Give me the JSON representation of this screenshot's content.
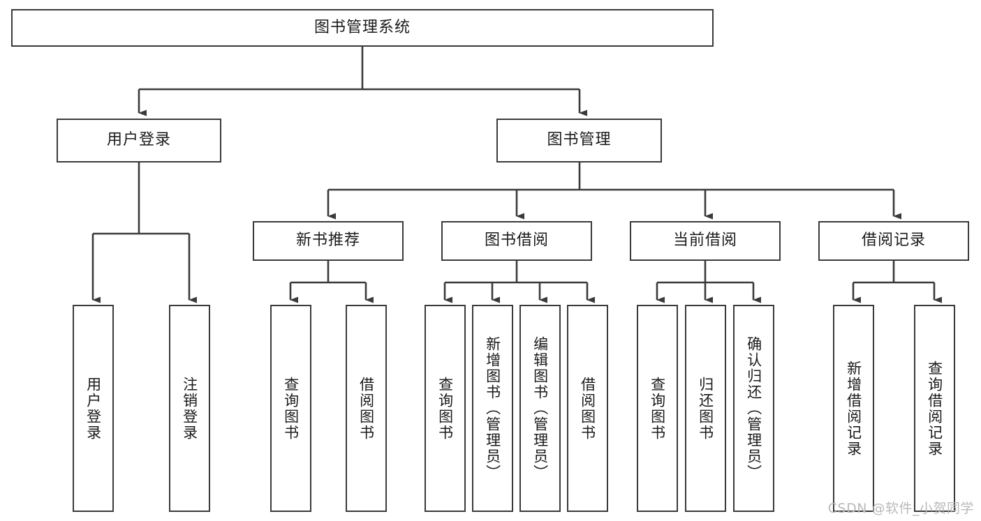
{
  "diagram": {
    "title": "图书管理系统",
    "type": "tree-hierarchy",
    "watermark": "CSDN @软件_小贺同学",
    "accent_color": "#3a3a3a",
    "background_color": "#ffffff",
    "nodes": {
      "root": {
        "label": "图书管理系统",
        "orientation": "horizontal"
      },
      "level2": [
        {
          "label": "用户登录",
          "orientation": "horizontal"
        },
        {
          "label": "图书管理",
          "orientation": "horizontal"
        }
      ],
      "level3": [
        {
          "label": "新书推荐",
          "orientation": "horizontal"
        },
        {
          "label": "图书借阅",
          "orientation": "horizontal"
        },
        {
          "label": "当前借阅",
          "orientation": "horizontal"
        },
        {
          "label": "借阅记录",
          "orientation": "horizontal"
        }
      ],
      "leaves_user_login": [
        {
          "label": "用户登录",
          "orientation": "vertical"
        },
        {
          "label": "注销登录",
          "orientation": "vertical"
        }
      ],
      "leaves_new_book": [
        {
          "label": "查询图书",
          "orientation": "vertical"
        },
        {
          "label": "借阅图书",
          "orientation": "vertical"
        }
      ],
      "leaves_borrow": [
        {
          "label": "查询图书",
          "orientation": "vertical"
        },
        {
          "label": "新增图书（管理员）",
          "orientation": "vertical"
        },
        {
          "label": "编辑图书（管理员）",
          "orientation": "vertical"
        },
        {
          "label": "借阅图书",
          "orientation": "vertical"
        }
      ],
      "leaves_current": [
        {
          "label": "查询图书",
          "orientation": "vertical"
        },
        {
          "label": "归还图书",
          "orientation": "vertical"
        },
        {
          "label": "确认归还（管理员）",
          "orientation": "vertical"
        }
      ],
      "leaves_record": [
        {
          "label": "新增借阅记录",
          "orientation": "vertical"
        },
        {
          "label": "查询借阅记录",
          "orientation": "vertical"
        }
      ]
    }
  }
}
